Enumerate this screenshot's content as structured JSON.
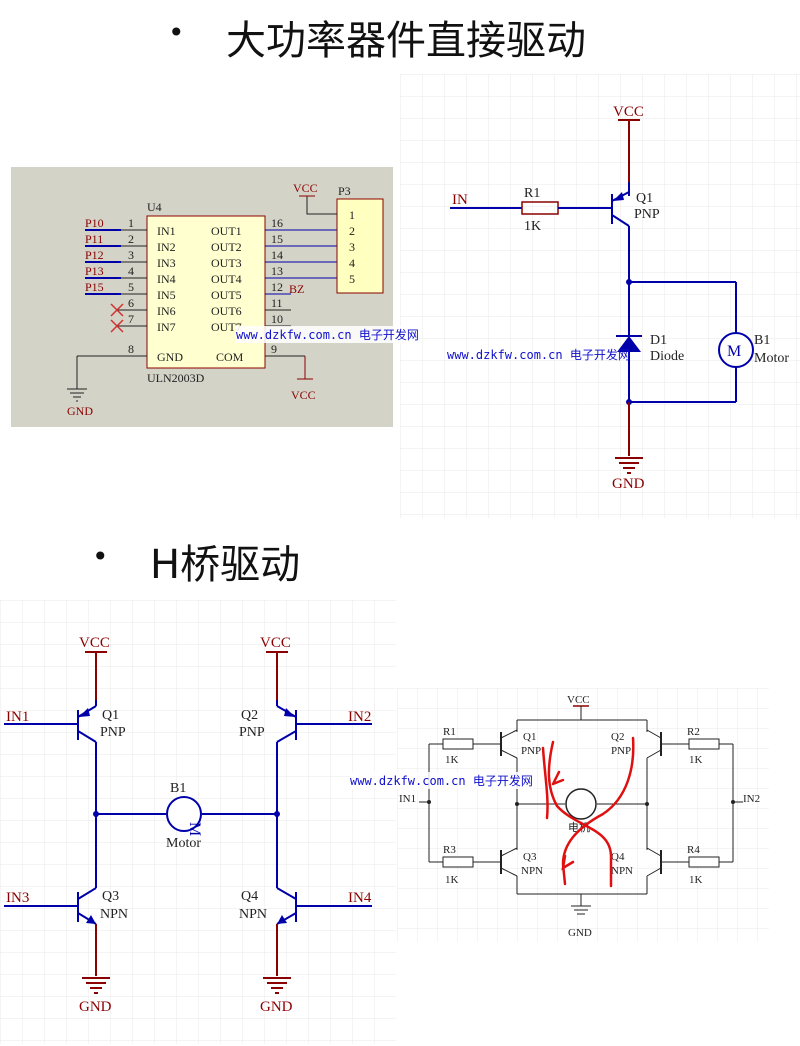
{
  "titles": {
    "bullet": "•",
    "title1": "大功率器件直接驱动",
    "title2": "H桥驱动"
  },
  "watermark": "www.dzkfw.com.cn 电子开发网",
  "uln": {
    "part": "U4",
    "model": "ULN2003D",
    "connector": "P3",
    "vcc": "VCC",
    "gnd": "GND",
    "bz": "BZ",
    "inputs": [
      {
        "net": "P10",
        "pin": "1",
        "name": "IN1"
      },
      {
        "net": "P11",
        "pin": "2",
        "name": "IN2"
      },
      {
        "net": "P12",
        "pin": "3",
        "name": "IN3"
      },
      {
        "net": "P13",
        "pin": "4",
        "name": "IN4"
      },
      {
        "net": "P15",
        "pin": "5",
        "name": "IN5"
      },
      {
        "net": "",
        "pin": "6",
        "name": "IN6"
      },
      {
        "net": "",
        "pin": "7",
        "name": "IN7"
      }
    ],
    "outputs": [
      {
        "pin": "16",
        "name": "OUT1"
      },
      {
        "pin": "15",
        "name": "OUT2"
      },
      {
        "pin": "14",
        "name": "OUT3"
      },
      {
        "pin": "13",
        "name": "OUT4"
      },
      {
        "pin": "12",
        "name": "OUT5"
      },
      {
        "pin": "11",
        "name": "OUT6"
      },
      {
        "pin": "10",
        "name": "OUT7"
      }
    ],
    "gnd_pin": {
      "pin": "8",
      "name": "GND"
    },
    "com_pin": {
      "pin": "9",
      "name": "COM"
    },
    "connector_pins": [
      "1",
      "2",
      "3",
      "4",
      "5"
    ]
  },
  "pnp_drive": {
    "vcc": "VCC",
    "input": "IN",
    "resistor": "R1",
    "resistor_value": "1K",
    "transistor": "Q1",
    "transistor_type": "PNP",
    "diode": "D1",
    "diode_type": "Diode",
    "motor": "B1",
    "motor_type": "Motor",
    "motor_symbol": "M",
    "gnd": "GND"
  },
  "hbridge": {
    "vcc_left": "VCC",
    "vcc_right": "VCC",
    "q1": "Q1",
    "q1_type": "PNP",
    "in1": "IN1",
    "q2": "Q2",
    "q2_type": "PNP",
    "in2": "IN2",
    "q3": "Q3",
    "q3_type": "NPN",
    "in3": "IN3",
    "q4": "Q4",
    "q4_type": "NPN",
    "in4": "IN4",
    "motor": "B1",
    "motor_type": "Motor",
    "motor_symbol": "M",
    "gnd_left": "GND",
    "gnd_right": "GND"
  },
  "hbridge2": {
    "vcc": "VCC",
    "r1": "R1",
    "r1_value": "1K",
    "r2": "R2",
    "r2_value": "1K",
    "r3": "R3",
    "r3_value": "1K",
    "r4": "R4",
    "r4_value": "1K",
    "q1": "Q1",
    "q1_type": "PNP",
    "q2": "Q2",
    "q2_type": "PNP",
    "q3": "Q3",
    "q3_type": "NPN",
    "q4": "Q4",
    "q4_type": "NPN",
    "in1": "IN1",
    "in2": "IN2",
    "motor_label": "电机",
    "gnd": "GND"
  },
  "colors": {
    "wire": "#0000aa",
    "pin": "#222222",
    "label": "#8b0000",
    "power": "#8b0000",
    "grid": "#e8e8e8",
    "uln_bg": "#d4d3c8",
    "uln_body": "#ffffd0",
    "connector_body": "#ffffc0",
    "annotation": "#e01010",
    "watermark": "#1010cc"
  }
}
